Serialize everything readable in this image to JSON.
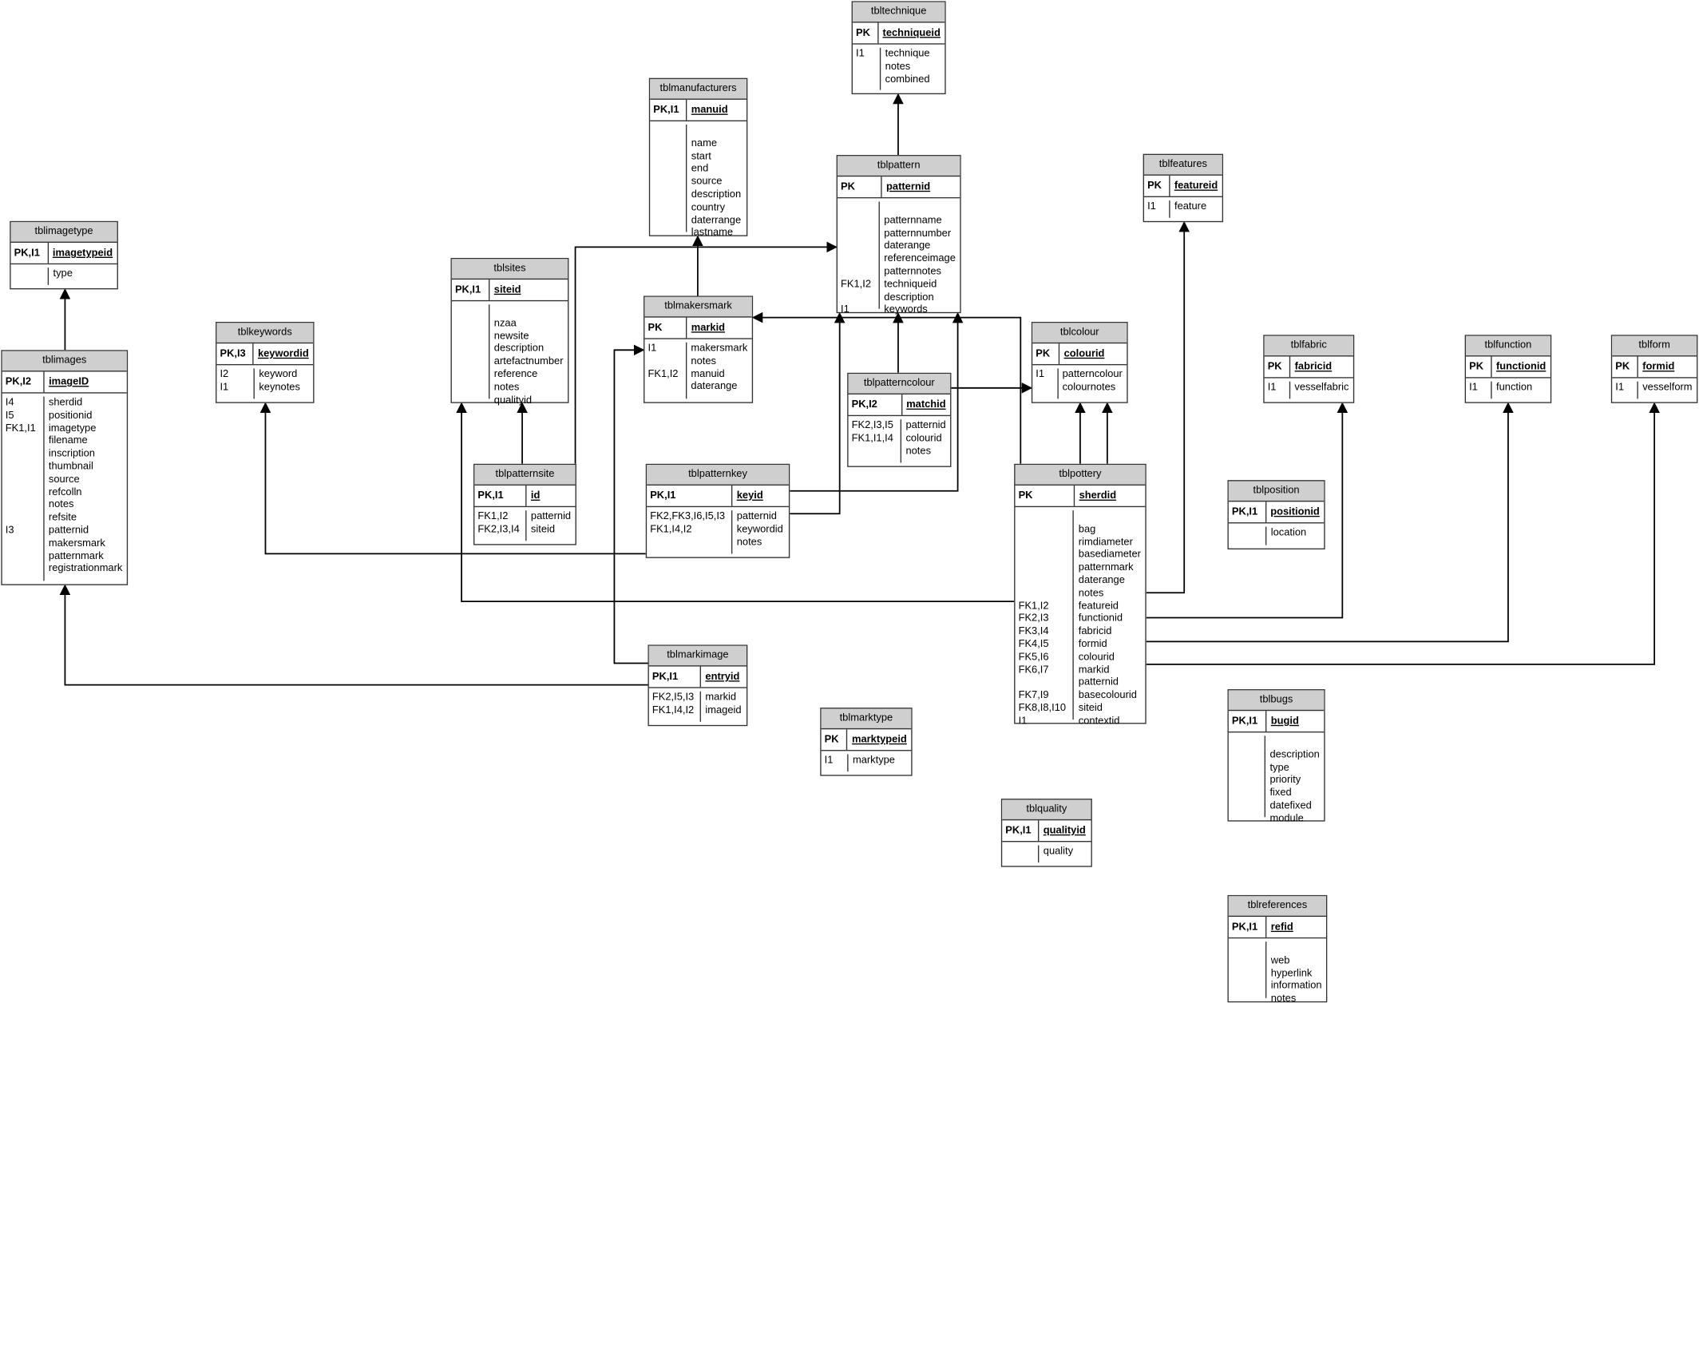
{
  "tables": [
    {
      "id": "tbltechnique",
      "name": "tbltechnique",
      "pk_key": "PK",
      "pk_field": "techniqueid",
      "fields": [
        {
          "k": "I1",
          "f": "technique"
        },
        {
          "k": "",
          "f": "notes"
        },
        {
          "k": "",
          "f": "combined"
        }
      ]
    },
    {
      "id": "tblmanufacturers",
      "name": "tblmanufacturers",
      "pk_key": "PK,I1",
      "pk_field": "manuid",
      "fields": [
        {
          "k": "",
          "f": ""
        },
        {
          "k": "",
          "f": "name"
        },
        {
          "k": "",
          "f": "start"
        },
        {
          "k": "",
          "f": "end"
        },
        {
          "k": "",
          "f": "source"
        },
        {
          "k": "",
          "f": "description"
        },
        {
          "k": "",
          "f": "country"
        },
        {
          "k": "",
          "f": "daterrange"
        },
        {
          "k": "",
          "f": "lastname"
        }
      ]
    },
    {
      "id": "tblpattern",
      "name": "tblpattern",
      "pk_key": "PK",
      "pk_field": "patternid",
      "fields": [
        {
          "k": "",
          "f": ""
        },
        {
          "k": "",
          "f": "patternname"
        },
        {
          "k": "",
          "f": "patternnumber"
        },
        {
          "k": "",
          "f": "daterange"
        },
        {
          "k": "",
          "f": "referenceimage"
        },
        {
          "k": "",
          "f": "patternnotes"
        },
        {
          "k": "FK1,I2",
          "f": "techniqueid"
        },
        {
          "k": "",
          "f": "description"
        },
        {
          "k": "I1",
          "f": "keywords"
        }
      ]
    },
    {
      "id": "tblfeatures",
      "name": "tblfeatures",
      "pk_key": "PK",
      "pk_field": "featureid",
      "fields": [
        {
          "k": "I1",
          "f": "feature"
        }
      ]
    },
    {
      "id": "tblimagetype",
      "name": "tblimagetype",
      "pk_key": "PK,I1",
      "pk_field": "imagetypeid",
      "fields": [
        {
          "k": "",
          "f": "type"
        }
      ]
    },
    {
      "id": "tblsites",
      "name": "tblsites",
      "pk_key": "PK,I1",
      "pk_field": "siteid",
      "fields": [
        {
          "k": "",
          "f": ""
        },
        {
          "k": "",
          "f": "nzaa"
        },
        {
          "k": "",
          "f": "newsite"
        },
        {
          "k": "",
          "f": "description"
        },
        {
          "k": "",
          "f": "artefactnumber"
        },
        {
          "k": "",
          "f": "reference"
        },
        {
          "k": "",
          "f": "notes"
        },
        {
          "k": "",
          "f": "qualityid"
        }
      ]
    },
    {
      "id": "tblmakersmark",
      "name": "tblmakersmark",
      "pk_key": "PK",
      "pk_field": "markid",
      "fields": [
        {
          "k": "I1",
          "f": "makersmark"
        },
        {
          "k": "",
          "f": "notes"
        },
        {
          "k": "FK1,I2",
          "f": "manuid"
        },
        {
          "k": "",
          "f": "daterange"
        }
      ]
    },
    {
      "id": "tblkeywords",
      "name": "tblkeywords",
      "pk_key": "PK,I3",
      "pk_field": "keywordid",
      "fields": [
        {
          "k": "I2",
          "f": "keyword"
        },
        {
          "k": "I1",
          "f": "keynotes"
        }
      ]
    },
    {
      "id": "tblimages",
      "name": "tblimages",
      "pk_key": "PK,I2",
      "pk_field": "imageID",
      "fields": [
        {
          "k": "I4",
          "f": "sherdid"
        },
        {
          "k": "I5",
          "f": "positionid"
        },
        {
          "k": "FK1,I1",
          "f": "imagetype"
        },
        {
          "k": "",
          "f": "filename"
        },
        {
          "k": "",
          "f": "inscription"
        },
        {
          "k": "",
          "f": "thumbnail"
        },
        {
          "k": "",
          "f": "source"
        },
        {
          "k": "",
          "f": "refcolln"
        },
        {
          "k": "",
          "f": "notes"
        },
        {
          "k": "",
          "f": "refsite"
        },
        {
          "k": "I3",
          "f": "patternid"
        },
        {
          "k": "",
          "f": "makersmark"
        },
        {
          "k": "",
          "f": "patternmark"
        },
        {
          "k": "",
          "f": "registrationmark"
        }
      ]
    },
    {
      "id": "tblcolour",
      "name": "tblcolour",
      "pk_key": "PK",
      "pk_field": "colourid",
      "fields": [
        {
          "k": "I1",
          "f": "patterncolour"
        },
        {
          "k": "",
          "f": "colournotes"
        }
      ]
    },
    {
      "id": "tblfabric",
      "name": "tblfabric",
      "pk_key": "PK",
      "pk_field": "fabricid",
      "fields": [
        {
          "k": "I1",
          "f": "vesselfabric"
        }
      ]
    },
    {
      "id": "tblfunction",
      "name": "tblfunction",
      "pk_key": "PK",
      "pk_field": "functionid",
      "fields": [
        {
          "k": "I1",
          "f": "function"
        }
      ]
    },
    {
      "id": "tblform",
      "name": "tblform",
      "pk_key": "PK",
      "pk_field": "formid",
      "fields": [
        {
          "k": "I1",
          "f": "vesselform"
        }
      ]
    },
    {
      "id": "tblpatterncolour",
      "name": "tblpatterncolour",
      "pk_key": "PK,I2",
      "pk_field": "matchid",
      "fields": [
        {
          "k": "FK2,I3,I5",
          "f": "patternid"
        },
        {
          "k": "FK1,I1,I4",
          "f": "colourid"
        },
        {
          "k": "",
          "f": "notes"
        }
      ]
    },
    {
      "id": "tblpatternsite",
      "name": "tblpatternsite",
      "pk_key": "PK,I1",
      "pk_field": "id",
      "fields": [
        {
          "k": "FK1,I2",
          "f": "patternid"
        },
        {
          "k": "FK2,I3,I4",
          "f": "siteid"
        }
      ]
    },
    {
      "id": "tblpatternkey",
      "name": "tblpatternkey",
      "pk_key": "PK,I1",
      "pk_field": "keyid",
      "fields": [
        {
          "k": "FK2,FK3,I6,I5,I3",
          "f": "patternid"
        },
        {
          "k": "FK1,I4,I2",
          "f": "keywordid"
        },
        {
          "k": "",
          "f": "notes"
        }
      ]
    },
    {
      "id": "tblpottery",
      "name": "tblpottery",
      "pk_key": "PK",
      "pk_field": "sherdid",
      "fields": [
        {
          "k": "",
          "f": ""
        },
        {
          "k": "",
          "f": "bag"
        },
        {
          "k": "",
          "f": "rimdiameter"
        },
        {
          "k": "",
          "f": "basediameter"
        },
        {
          "k": "",
          "f": "patternmark"
        },
        {
          "k": "",
          "f": "daterange"
        },
        {
          "k": "",
          "f": "notes"
        },
        {
          "k": "FK1,I2",
          "f": "featureid"
        },
        {
          "k": "FK2,I3",
          "f": "functionid"
        },
        {
          "k": "FK3,I4",
          "f": "fabricid"
        },
        {
          "k": "FK4,I5",
          "f": "formid"
        },
        {
          "k": "FK5,I6",
          "f": "colourid"
        },
        {
          "k": "FK6,I7",
          "f": "markid"
        },
        {
          "k": "",
          "f": "patternid"
        },
        {
          "k": "FK7,I9",
          "f": "basecolourid"
        },
        {
          "k": "FK8,I8,I10",
          "f": "siteid"
        },
        {
          "k": "I1",
          "f": "contextid"
        }
      ]
    },
    {
      "id": "tblposition",
      "name": "tblposition",
      "pk_key": "PK,I1",
      "pk_field": "positionid",
      "fields": [
        {
          "k": "",
          "f": "location"
        }
      ]
    },
    {
      "id": "tblmarkimage",
      "name": "tblmarkimage",
      "pk_key": "PK,I1",
      "pk_field": "entryid",
      "fields": [
        {
          "k": "FK2,I5,I3",
          "f": "markid"
        },
        {
          "k": "FK1,I4,I2",
          "f": "imageid"
        }
      ]
    },
    {
      "id": "tblmarktype",
      "name": "tblmarktype",
      "pk_key": "PK",
      "pk_field": "marktypeid",
      "fields": [
        {
          "k": "I1",
          "f": "marktype"
        }
      ]
    },
    {
      "id": "tblbugs",
      "name": "tblbugs",
      "pk_key": "PK,I1",
      "pk_field": "bugid",
      "fields": [
        {
          "k": "",
          "f": ""
        },
        {
          "k": "",
          "f": "description"
        },
        {
          "k": "",
          "f": "type"
        },
        {
          "k": "",
          "f": "priority"
        },
        {
          "k": "",
          "f": "fixed"
        },
        {
          "k": "",
          "f": "datefixed"
        },
        {
          "k": "",
          "f": "module"
        }
      ]
    },
    {
      "id": "tblquality",
      "name": "tblquality",
      "pk_key": "PK,I1",
      "pk_field": "qualityid",
      "fields": [
        {
          "k": "",
          "f": "quality"
        }
      ]
    },
    {
      "id": "tblreferences",
      "name": "tblreferences",
      "pk_key": "PK,I1",
      "pk_field": "refid",
      "fields": [
        {
          "k": "",
          "f": ""
        },
        {
          "k": "",
          "f": "web"
        },
        {
          "k": "",
          "f": "hyperlink"
        },
        {
          "k": "",
          "f": "information"
        },
        {
          "k": "",
          "f": "notes"
        }
      ]
    }
  ],
  "relationships": [
    {
      "from": "tblpattern",
      "to": "tbltechnique"
    },
    {
      "from": "tblmakersmark",
      "to": "tblmanufacturers"
    },
    {
      "from": "tblimages",
      "to": "tblimagetype"
    },
    {
      "from": "tblpatternsite",
      "to": "tblpattern"
    },
    {
      "from": "tblpatternsite",
      "to": "tblsites"
    },
    {
      "from": "tblpatternkey",
      "to": "tblpattern"
    },
    {
      "from": "tblpatternkey",
      "to": "tblkeywords"
    },
    {
      "from": "tblpatterncolour",
      "to": "tblpattern"
    },
    {
      "from": "tblpatterncolour",
      "to": "tblcolour"
    },
    {
      "from": "tblpottery",
      "to": "tblpattern"
    },
    {
      "from": "tblpottery",
      "to": "tblmakersmark"
    },
    {
      "from": "tblpottery",
      "to": "tblcolour"
    },
    {
      "from": "tblpottery",
      "to": "tblfeatures"
    },
    {
      "from": "tblpottery",
      "to": "tblfabric"
    },
    {
      "from": "tblpottery",
      "to": "tblfunction"
    },
    {
      "from": "tblpottery",
      "to": "tblform"
    },
    {
      "from": "tblpottery",
      "to": "tblsites"
    },
    {
      "from": "tblmarkimage",
      "to": "tblmakersmark"
    },
    {
      "from": "tblmarkimage",
      "to": "tblimages"
    }
  ]
}
